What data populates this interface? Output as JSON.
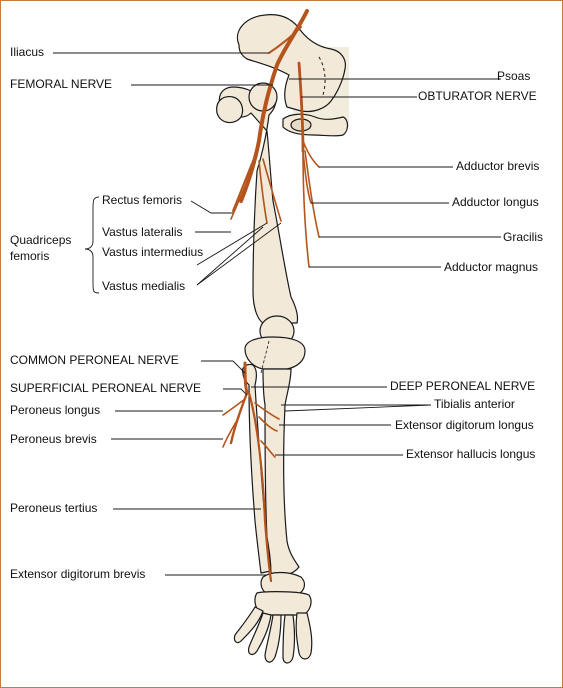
{
  "colors": {
    "nerve": "#b5541c",
    "frame": "#c87a3c",
    "bone_fill": "#f2e9d8",
    "pelvis_fill": "#f1ecdc"
  },
  "labels": {
    "iliacus": "Iliacus",
    "femoral_nerve": "FEMORAL NERVE",
    "psoas": "Psoas",
    "obturator_nerve": "OBTURATOR NERVE",
    "adductor_brevis": "Adductor brevis",
    "adductor_longus": "Adductor longus",
    "gracilis": "Gracilis",
    "adductor_magnus": "Adductor magnus",
    "rectus_femoris": "Rectus femoris",
    "vastus_lateralis": "Vastus lateralis",
    "vastus_intermedius": "Vastus intermedius",
    "vastus_medialis": "Vastus medialis",
    "quadriceps_line1": "Quadriceps",
    "quadriceps_line2": "femoris",
    "common_peroneal_nerve": "COMMON PERONEAL NERVE",
    "superficial_peroneal_nerve": "SUPERFICIAL PERONEAL NERVE",
    "deep_peroneal_nerve": "DEEP PERONEAL NERVE",
    "tibialis_anterior": "Tibialis anterior",
    "peroneus_longus": "Peroneus longus",
    "extensor_digitorum_longus": "Extensor digitorum longus",
    "peroneus_brevis": "Peroneus brevis",
    "extensor_hallucis_longus": "Extensor hallucis longus",
    "peroneus_tertius": "Peroneus tertius",
    "extensor_digitorum_brevis": "Extensor digitorum brevis"
  }
}
